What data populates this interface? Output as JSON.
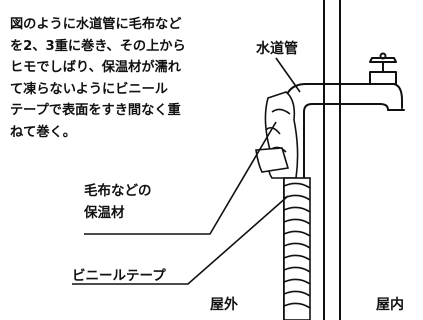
{
  "instruction": "図のように水道管に毛布など\nを2、3重に巻き、その上から\nヒモでしばり、保温材が濡れ\nて凍らないようにビニール\nテープで表面をすき間なく重\nねて巻く。",
  "labels": {
    "water_pipe": "水道管",
    "insulation": "毛布などの\n保温材",
    "vinyl_tape": "ビニールテープ",
    "outdoor": "屋外",
    "indoor": "屋内"
  },
  "colors": {
    "ink": "#111111",
    "background": "#ffffff"
  }
}
